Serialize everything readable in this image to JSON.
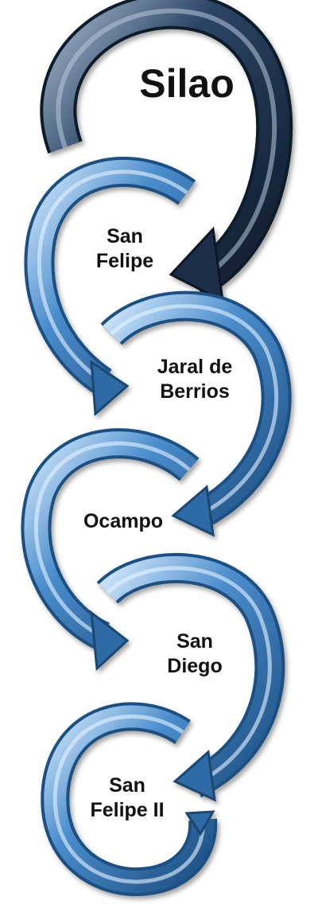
{
  "diagram": {
    "steps": [
      {
        "lines": [
          "Silao"
        ],
        "style": "dark"
      },
      {
        "lines": [
          "San",
          "Felipe"
        ],
        "style": "blue"
      },
      {
        "lines": [
          "Jaral de",
          "Berrios"
        ],
        "style": "blue"
      },
      {
        "lines": [
          "Ocampo"
        ],
        "style": "blue"
      },
      {
        "lines": [
          "San",
          "Diego"
        ],
        "style": "blue"
      },
      {
        "lines": [
          "San",
          "Felipe II"
        ],
        "style": "blue"
      }
    ],
    "colors": {
      "dark_arrow": "#1f3550",
      "dark_highlight": "#8aa3bd",
      "blue_arrow": "#3f7fc0",
      "blue_highlight": "#bfe0ff",
      "text": "#111111"
    }
  }
}
